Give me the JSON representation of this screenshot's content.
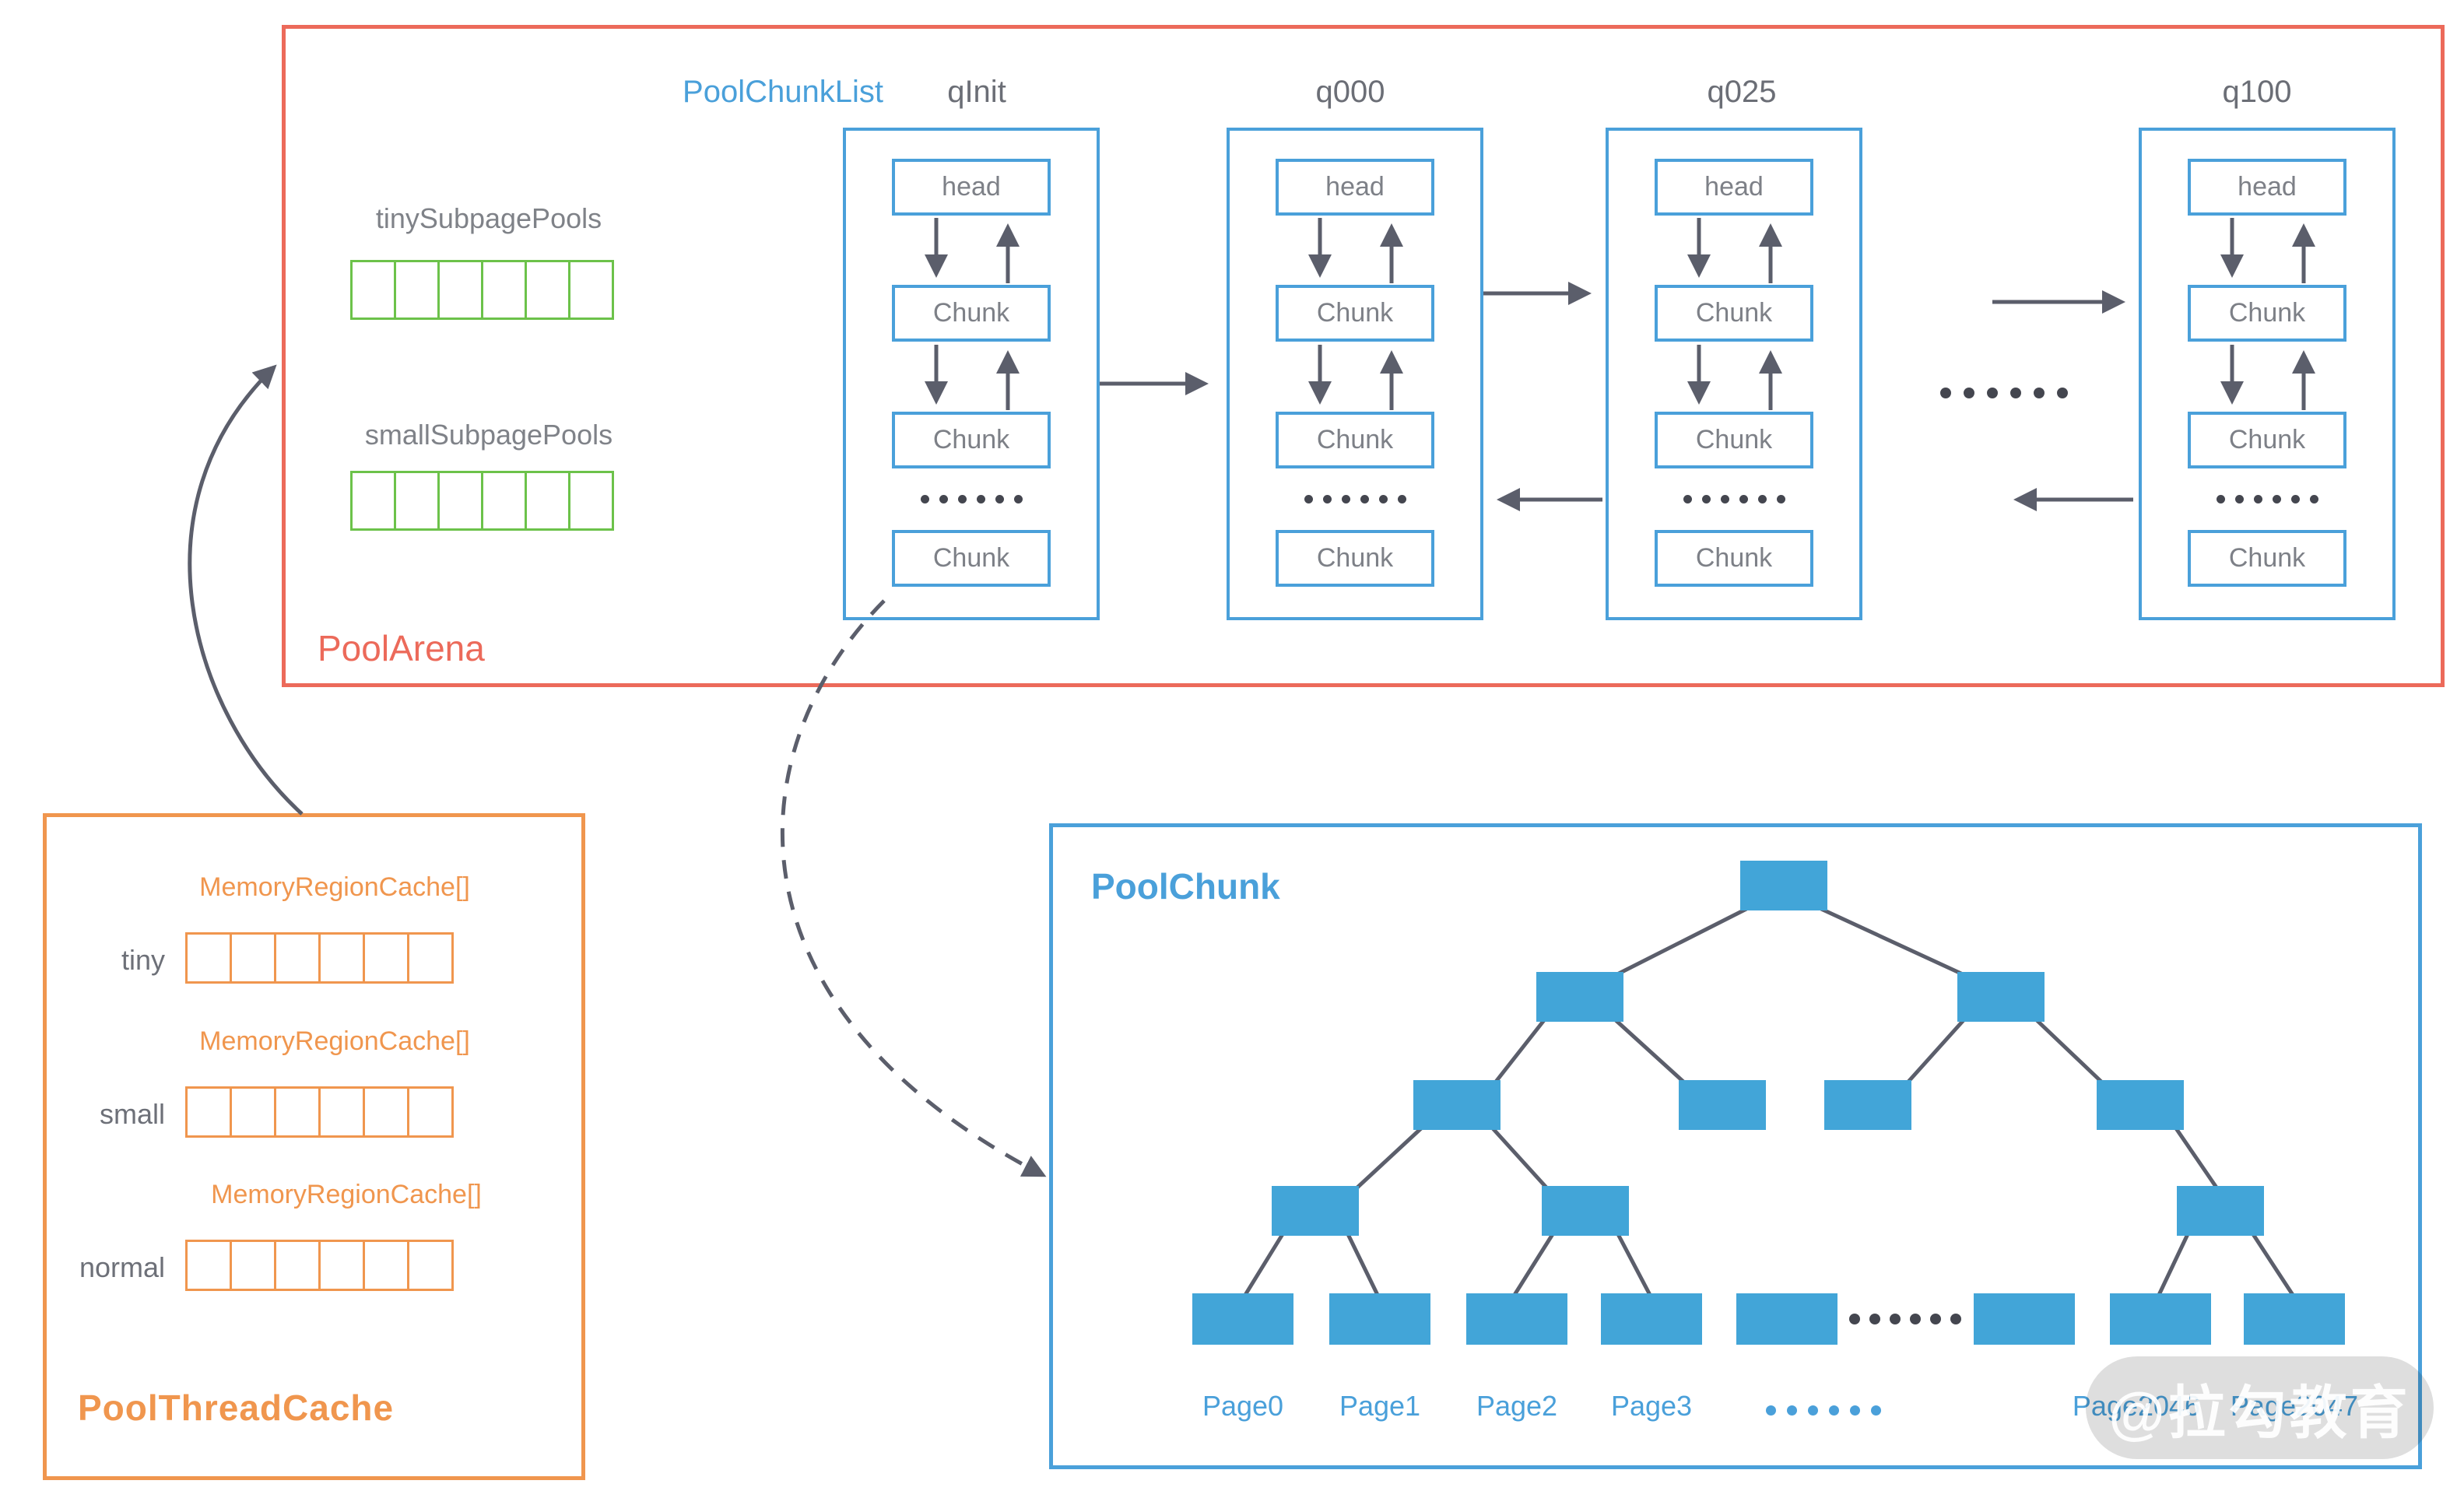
{
  "pool_arena": {
    "title": "PoolArena",
    "tiny_subpage_label": "tinySubpagePools",
    "small_subpage_label": "smallSubpagePools",
    "subpage_cell_count": 6,
    "chunk_list": {
      "title": "PoolChunkList",
      "ellipsis": "……",
      "columns": [
        {
          "label": "qInit",
          "nodes": [
            "head",
            "Chunk",
            "Chunk",
            "Chunk"
          ]
        },
        {
          "label": "q000",
          "nodes": [
            "head",
            "Chunk",
            "Chunk",
            "Chunk"
          ]
        },
        {
          "label": "q025",
          "nodes": [
            "head",
            "Chunk",
            "Chunk",
            "Chunk"
          ]
        },
        {
          "label": "q100",
          "nodes": [
            "head",
            "Chunk",
            "Chunk",
            "Chunk"
          ]
        }
      ]
    }
  },
  "pool_thread_cache": {
    "title": "PoolThreadCache",
    "cache_array_label": "MemoryRegionCache[]",
    "rows": [
      {
        "label": "tiny"
      },
      {
        "label": "small"
      },
      {
        "label": "normal"
      }
    ],
    "cell_count": 6
  },
  "pool_chunk": {
    "title": "PoolChunk",
    "page_labels": [
      "Page0",
      "Page1",
      "Page2",
      "Page3"
    ],
    "page_labels_right": [
      "Page2046",
      "Page2047"
    ],
    "ellipsis": "……"
  },
  "watermark": {
    "text": "@拉勾教育"
  },
  "colors": {
    "red": "#ec6a5a",
    "blue": "#4aa0da",
    "node_blue": "#42a5d8",
    "green": "#6cc24a",
    "orange": "#f0964e",
    "gray_text": "#7d8087",
    "label_gray": "#6b6e76",
    "arrow_gray": "#5b5e6b",
    "dot_dark": "#44464f"
  }
}
